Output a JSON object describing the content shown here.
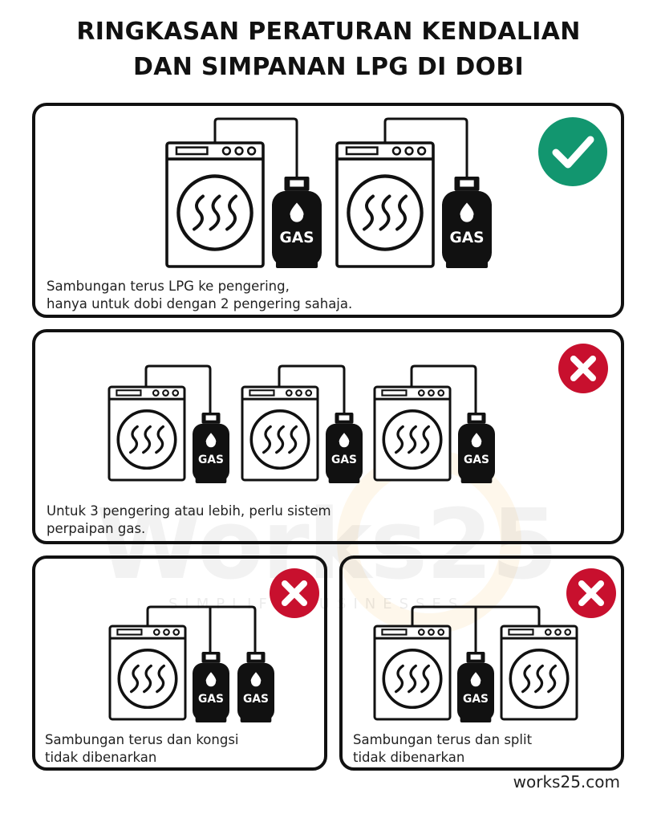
{
  "title": {
    "line1": "RINGKASAN PERATURAN KENDALIAN",
    "line2": "DAN SIMPANAN LPG DI DOBI"
  },
  "panels": [
    {
      "status": "allowed",
      "status_icon": "check-icon",
      "status_color": "#12966f",
      "caption_line1": "Sambungan terus LPG ke pengering,",
      "caption_line2": "hanya untuk dobi dengan 2 pengering sahaja."
    },
    {
      "status": "not-allowed",
      "status_icon": "cross-icon",
      "status_color": "#c8102e",
      "caption_line1": "Untuk 3 pengering atau lebih, perlu sistem",
      "caption_line2": "perpaipan gas."
    },
    {
      "status": "not-allowed",
      "status_icon": "cross-icon",
      "status_color": "#c8102e",
      "caption_line1": "Sambungan terus dan kongsi",
      "caption_line2": "tidak dibenarkan"
    },
    {
      "status": "not-allowed",
      "status_icon": "cross-icon",
      "status_color": "#c8102e",
      "caption_line1": "Sambungan terus dan split",
      "caption_line2": "tidak dibenarkan"
    }
  ],
  "cylinder_label": "GAS",
  "watermark": {
    "brand": "Works25",
    "tagline": "SIMPLIFY BUSINESSES"
  },
  "footer": "works25.com"
}
